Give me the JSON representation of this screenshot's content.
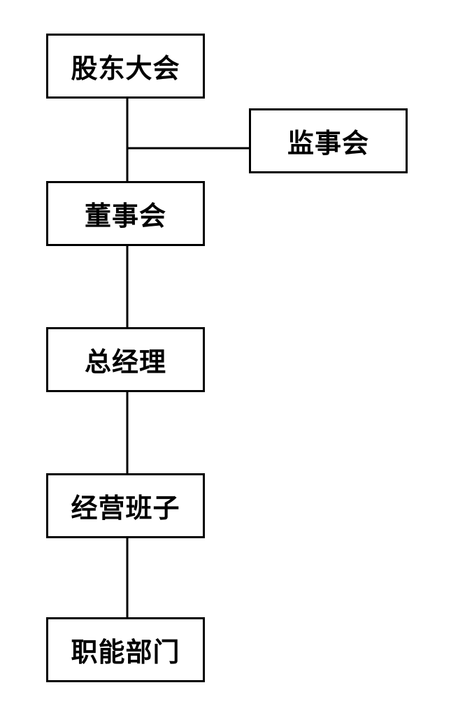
{
  "diagram": {
    "nodes": {
      "shareholders": "股东大会",
      "supervisory_board": "监事会",
      "board_of_directors": "董事会",
      "general_manager": "总经理",
      "management_team": "经营班子",
      "functional_departments": "职能部门"
    },
    "edges": [
      {
        "from": "shareholders",
        "to": "board_of_directors"
      },
      {
        "from": "shareholders",
        "to": "supervisory_board"
      },
      {
        "from": "board_of_directors",
        "to": "general_manager"
      },
      {
        "from": "general_manager",
        "to": "management_team"
      },
      {
        "from": "management_team",
        "to": "functional_departments"
      }
    ],
    "line_color": "#000000",
    "box_border_color": "#000000",
    "background": "#ffffff"
  }
}
